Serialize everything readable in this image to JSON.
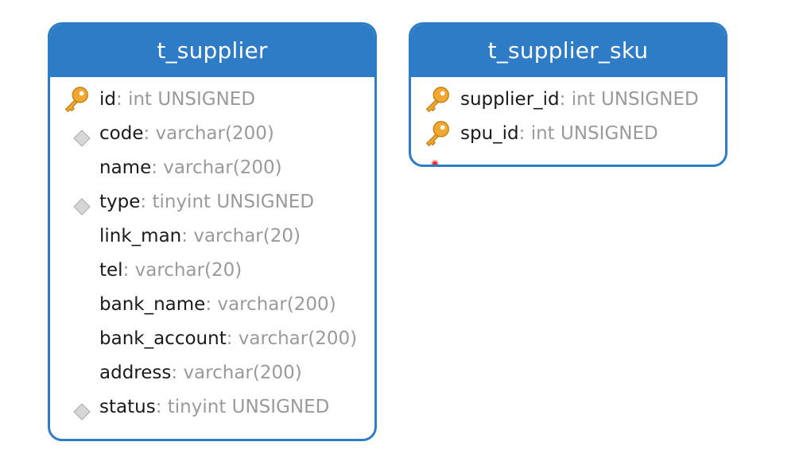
{
  "entities": [
    {
      "title": "t_supplier",
      "fields": [
        {
          "name": "id",
          "sep": ": ",
          "type": "int UNSIGNED",
          "icon": "primary-key-icon"
        },
        {
          "name": "code",
          "sep": ": ",
          "type": "varchar(200)",
          "icon": "index-diamond-icon"
        },
        {
          "name": "name",
          "sep": ": ",
          "type": "varchar(200)",
          "icon": ""
        },
        {
          "name": "type",
          "sep": ": ",
          "type": "tinyint UNSIGNED",
          "icon": "index-diamond-icon"
        },
        {
          "name": "link_man",
          "sep": ": ",
          "type": "varchar(20)",
          "icon": ""
        },
        {
          "name": "tel",
          "sep": ": ",
          "type": "varchar(20)",
          "icon": ""
        },
        {
          "name": "bank_name",
          "sep": ": ",
          "type": "varchar(200)",
          "icon": ""
        },
        {
          "name": "bank_account",
          "sep": ": ",
          "type": "varchar(200)",
          "icon": ""
        },
        {
          "name": "address",
          "sep": ": ",
          "type": "varchar(200)",
          "icon": ""
        },
        {
          "name": "status",
          "sep": ": ",
          "type": "tinyint UNSIGNED",
          "icon": "index-diamond-icon"
        }
      ]
    },
    {
      "title": "t_supplier_sku",
      "fields": [
        {
          "name": "supplier_id",
          "sep": ": ",
          "type": "int UNSIGNED",
          "icon": "primary-key-icon"
        },
        {
          "name": "spu_id",
          "sep": ": ",
          "type": "int UNSIGNED",
          "icon": "primary-key-icon"
        }
      ]
    }
  ],
  "colors": {
    "header": "#2e7bc6",
    "border": "#2e7bc6",
    "field_name": "#1a1a1a",
    "field_type": "#9a9a9a",
    "key": "#f0a830",
    "diamond": "#c8c8c8"
  }
}
